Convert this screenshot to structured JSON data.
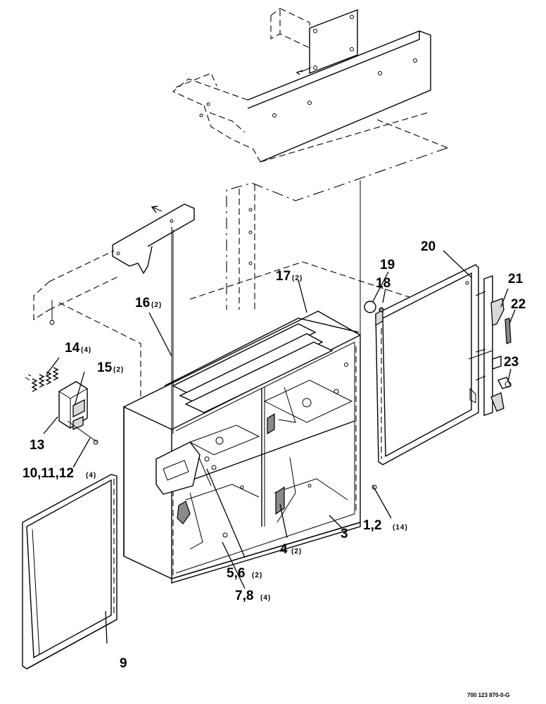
{
  "drawing_number": "700 123 870-0-G",
  "callouts": {
    "c1": {
      "num": "1,2",
      "qty": "(14)"
    },
    "c3": {
      "num": "3",
      "qty": ""
    },
    "c4": {
      "num": "4",
      "qty": "(2)"
    },
    "c5": {
      "num": "5,6",
      "qty": "(2)"
    },
    "c7": {
      "num": "7,8",
      "qty": "(4)"
    },
    "c9": {
      "num": "9",
      "qty": ""
    },
    "c10": {
      "num": "10,11,12",
      "qty": "(4)"
    },
    "c13": {
      "num": "13",
      "qty": ""
    },
    "c14": {
      "num": "14",
      "qty": "(4)"
    },
    "c15": {
      "num": "15",
      "qty": "(2)"
    },
    "c16": {
      "num": "16",
      "qty": "(2)"
    },
    "c17": {
      "num": "17",
      "qty": "(2)"
    },
    "c18": {
      "num": "18",
      "qty": ""
    },
    "c19": {
      "num": "19",
      "qty": ""
    },
    "c20": {
      "num": "20",
      "qty": ""
    },
    "c21": {
      "num": "21",
      "qty": ""
    },
    "c22": {
      "num": "22",
      "qty": ""
    },
    "c23": {
      "num": "23",
      "qty": ""
    }
  }
}
